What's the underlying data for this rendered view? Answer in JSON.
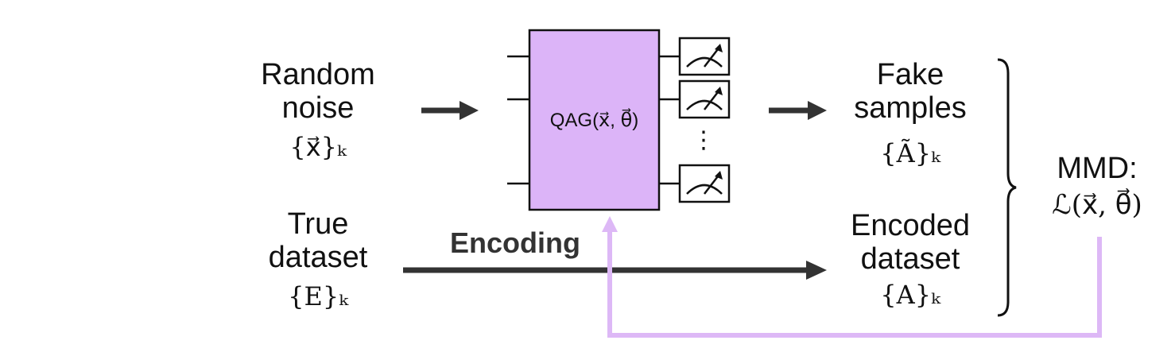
{
  "labels": {
    "random_noise": [
      "Random",
      "noise"
    ],
    "random_noise_set": "{x⃗}ₖ",
    "true_dataset": [
      "True",
      "dataset"
    ],
    "true_dataset_set": "{E}ₖ",
    "encoding": "Encoding",
    "fake_samples": [
      "Fake",
      "samples"
    ],
    "fake_samples_set": "{Ã}ₖ",
    "encoded_dataset": [
      "Encoded",
      "dataset"
    ],
    "encoded_dataset_set": "{A}ₖ",
    "mmd": "MMD:",
    "mmd_loss": "ℒ(x⃗, θ⃗)",
    "qag_text": "QAG(x⃗, θ⃗)",
    "dots": "⋮"
  },
  "colors": {
    "box_fill": "#dcb4f8",
    "feedback": "#ddb8f6",
    "arrow": "#333333",
    "line": "#111111"
  }
}
